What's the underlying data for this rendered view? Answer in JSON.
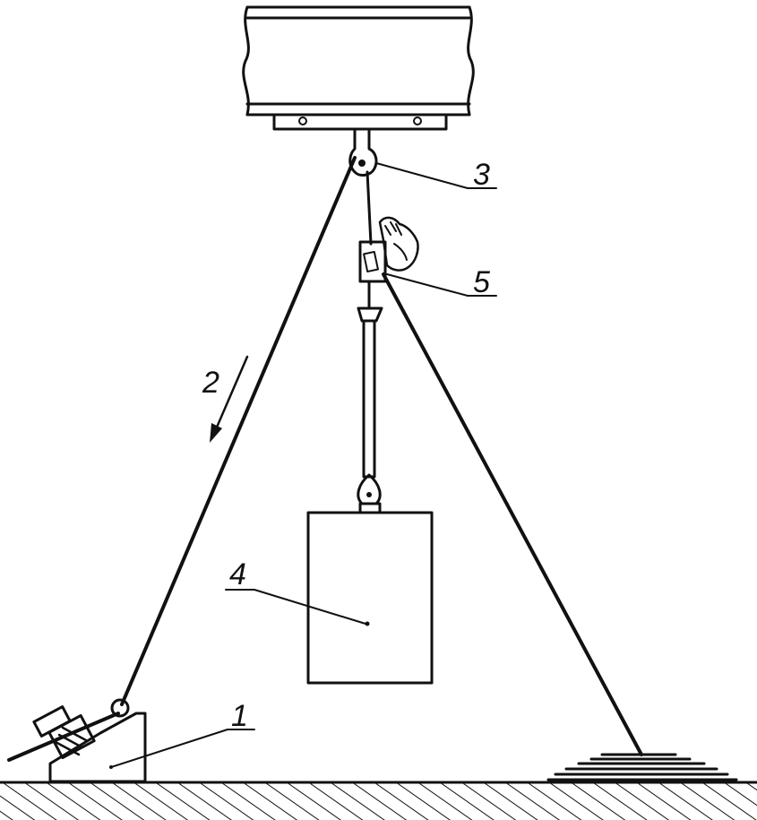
{
  "diagram": {
    "labels": {
      "winch": "1",
      "rope": "2",
      "pulley": "3",
      "load": "4",
      "clamp": "5"
    },
    "colors": {
      "ink": "#111111",
      "background": "#ffffff"
    }
  }
}
